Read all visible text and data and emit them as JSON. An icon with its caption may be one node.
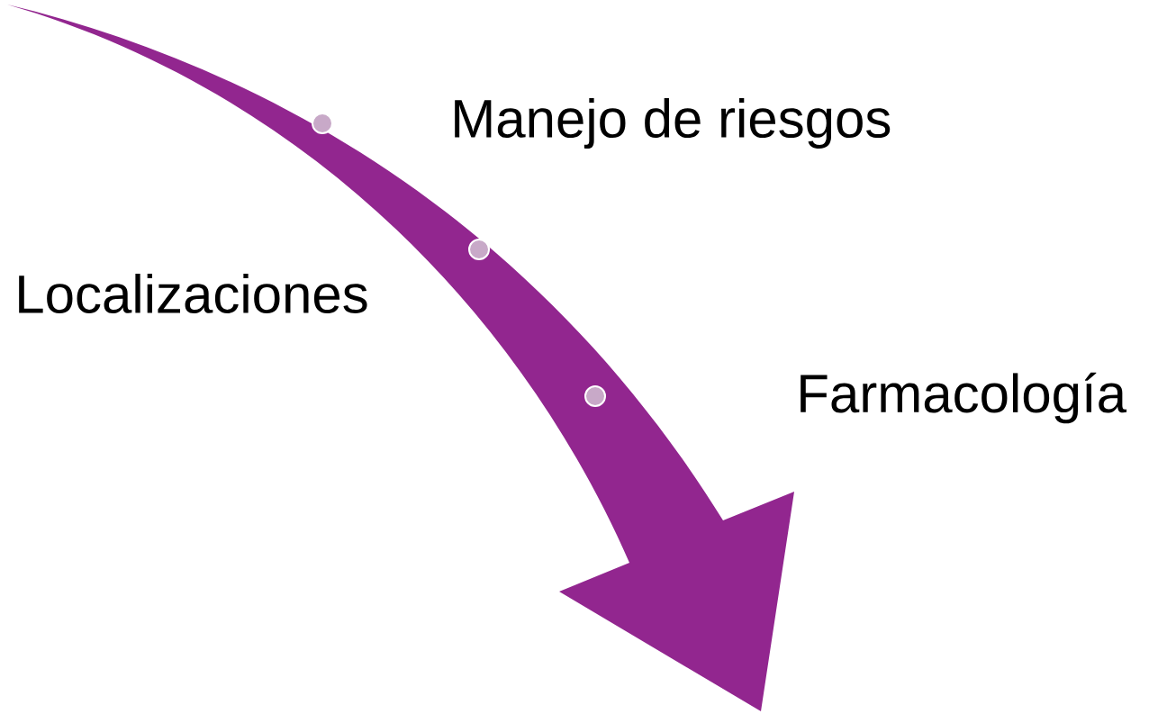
{
  "diagram": {
    "labels": [
      "Manejo de riesgos",
      "Localizaciones",
      "Farmacología"
    ]
  }
}
